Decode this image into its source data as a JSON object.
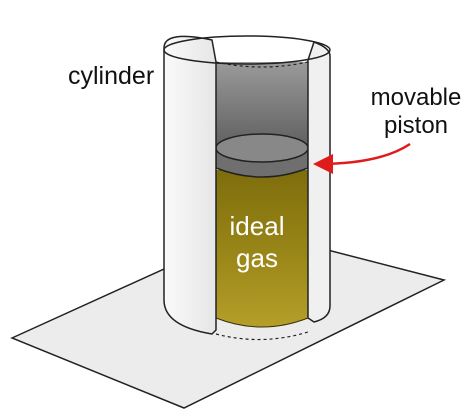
{
  "labels": {
    "cylinder": "cylinder",
    "piston_line1": "movable",
    "piston_line2": "piston",
    "gas_line1": "ideal",
    "gas_line2": "gas"
  },
  "colors": {
    "arrow": "#e01b1b",
    "gas": "#8a7a10",
    "piston": "#6f6f6f",
    "cylinder_wall": "#f2f2f2",
    "cylinder_interior": "#7a7a7a",
    "base_plane": "#ececec",
    "outline": "#222222"
  }
}
